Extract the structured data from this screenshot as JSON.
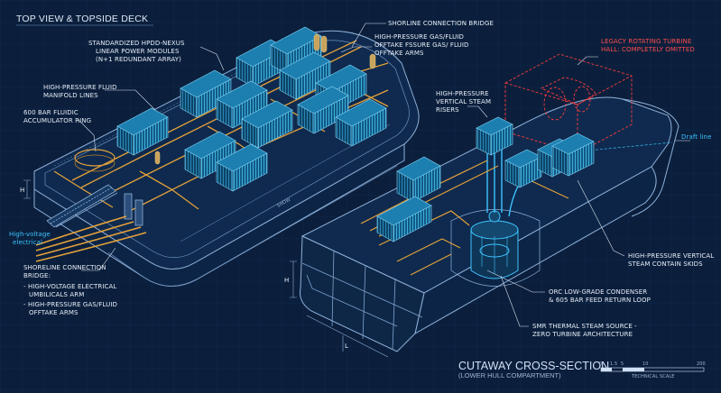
{
  "titles": {
    "top": "TOP VIEW & TOPSIDE DECK",
    "cutaway": "CUTAWAY CROSS-SECTION",
    "cutaway_sub": "(LOWER HULL COMPARTMENT)"
  },
  "labels": {
    "shoreline_bridge_top": "SHORLINE CONNECTION BRIDGE",
    "hp_gas_1": "HIGH-PRESSURE GAS/FLUID",
    "hp_gas_2": "OFFTAKE FSSURE GAS/ FLUID",
    "hp_gas_3": "OFFTAKE ARMS",
    "std_1": "STANDARDIZED HPDD-NEXUS",
    "std_2": "LINEAR POWER MODULES",
    "std_3": "(N+1 REDUNDANT ARRAY)",
    "manifold_1": "HIGH-PRESSURE FLUID",
    "manifold_2": "MANIFOLD LINES",
    "accum_1": "600 BAR FLUIDIC",
    "accum_2": "ACCUMULATOR RING",
    "legacy_1": "LEGACY ROTATING TURBINE",
    "legacy_2": "HALL: COMPLETELY OMITTED",
    "risers_1": "HIGH-PRESSURE",
    "risers_2": "VERTICAL STEAM",
    "risers_3": "RISERS",
    "draft": "Draft line",
    "hv_1": "High-voltage",
    "hv_2": "electrical",
    "shore_b_1": "SHORELINE CONNECTION",
    "shore_b_2": "BRIDGE:",
    "shore_b_3": "- HIGH-VOLTAGE ELECTRICAL",
    "shore_b_4": "UMBILICALS ARM",
    "shore_b_5": "- HIGH-PRESSURE GAS/FLUID",
    "shore_b_6": "OFFTAKE ARMS",
    "skids_1": "HIGH-PRESSURE VERTICAL",
    "skids_2": "STEAM CONTAIN SKIDS",
    "orc_1": "ORC LOW-GRADE CONDENSER",
    "orc_2": "& 605 BAR FEED RETURN LOOP",
    "smr_1": "SMR THERMAL STEAM SOURCE -",
    "smr_2": "ZERO TURBINE ARCHITECTURE",
    "deck_mark": "SHOW",
    "dim_h": "H",
    "dim_l": "L"
  },
  "scale": {
    "ticks": [
      "0",
      "1.5",
      "5",
      "10",
      "200"
    ],
    "label": "TECHNICAL SCALE"
  },
  "colors": {
    "background": "#0b1f3c",
    "line": "#8fb0d8",
    "module": "#2aa7d6",
    "pipe": "#e3a13a",
    "omitted": "#ff3b3b",
    "accent": "#3cc4ff"
  }
}
